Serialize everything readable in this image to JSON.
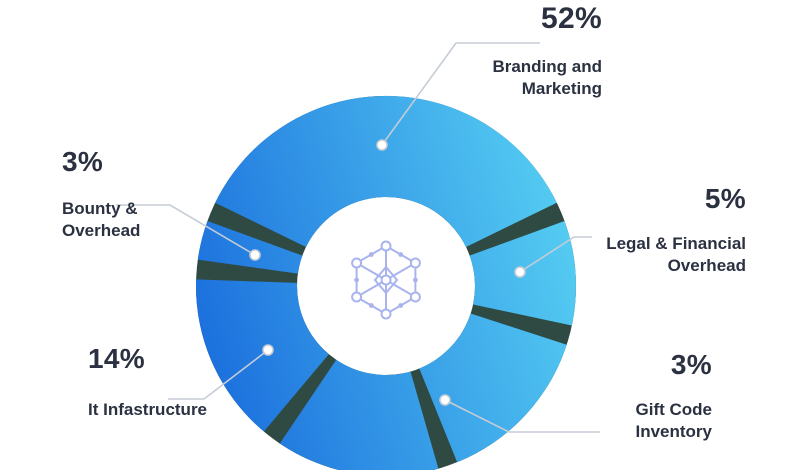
{
  "chart_data": {
    "type": "pie",
    "variant": "donut",
    "title": "",
    "unit": "%",
    "to_scale": false,
    "segments": [
      {
        "label": "Branding and Marketing",
        "value": 52,
        "start_angle": 296,
        "end_angle": 64
      },
      {
        "label": "Legal & Financial Overhead",
        "value": 5,
        "start_angle": 70,
        "end_angle": 102
      },
      {
        "label": "Gift Code Inventory",
        "value": 3,
        "start_angle": 108,
        "end_angle": 158
      },
      {
        "label": "",
        "value": null,
        "start_angle": 164,
        "end_angle": 214
      },
      {
        "label": "It Infastructure",
        "value": 14,
        "start_angle": 220,
        "end_angle": 272
      },
      {
        "label": "Bounty & Overhead",
        "value": 3,
        "start_angle": 278,
        "end_angle": 290
      }
    ]
  },
  "callouts": {
    "branding": {
      "pct": "52%",
      "line1": "Branding and",
      "line2": "Marketing"
    },
    "legal": {
      "pct": "5%",
      "line1": "Legal & Financial",
      "line2": "Overhead"
    },
    "gift": {
      "pct": "3%",
      "line1": "Gift Code",
      "line2": "Inventory"
    },
    "it": {
      "pct": "14%",
      "line1": "It Infastructure",
      "line2": ""
    },
    "bounty": {
      "pct": "3%",
      "line1": "Bounty &",
      "line2": "Overhead"
    }
  },
  "icons": {
    "center": "network-hexagon-icon"
  },
  "colors": {
    "gradient_start": "#1b6fdd",
    "gradient_end": "#55cdf2",
    "separator": "#2e4a43",
    "text": "#2b3140",
    "leader_line": "#c5ccd6",
    "icon": "#a9b4ee"
  }
}
